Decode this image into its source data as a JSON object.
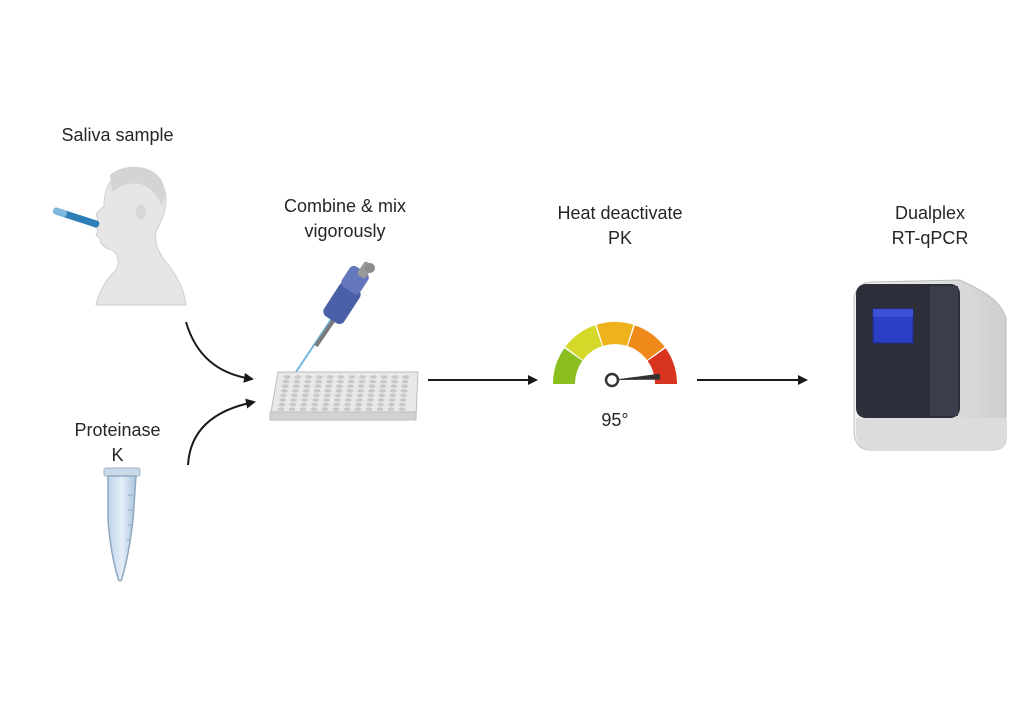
{
  "steps": {
    "saliva": {
      "label": "Saliva sample"
    },
    "proteinase": {
      "line1": "Proteinase",
      "line2": "K"
    },
    "combine": {
      "line1": "Combine & mix",
      "line2": "vigorously"
    },
    "heat": {
      "line1": "Heat deactivate",
      "line2": "PK",
      "temperature": "95°"
    },
    "pcr": {
      "line1": "Dualplex",
      "line2": "RT-qPCR"
    }
  },
  "colors": {
    "arrow": "#1a1a1a",
    "gauge": [
      "#8bbf1f",
      "#d6d82a",
      "#f0b21c",
      "#ef8a1b",
      "#d9341f"
    ],
    "pipette": "#4a5fa8",
    "screen": "#2b3fc4"
  },
  "icons": [
    "person-saliva-icon",
    "tube-icon",
    "pipette-icon",
    "well-plate-icon",
    "gauge-icon",
    "qpcr-machine-icon"
  ]
}
